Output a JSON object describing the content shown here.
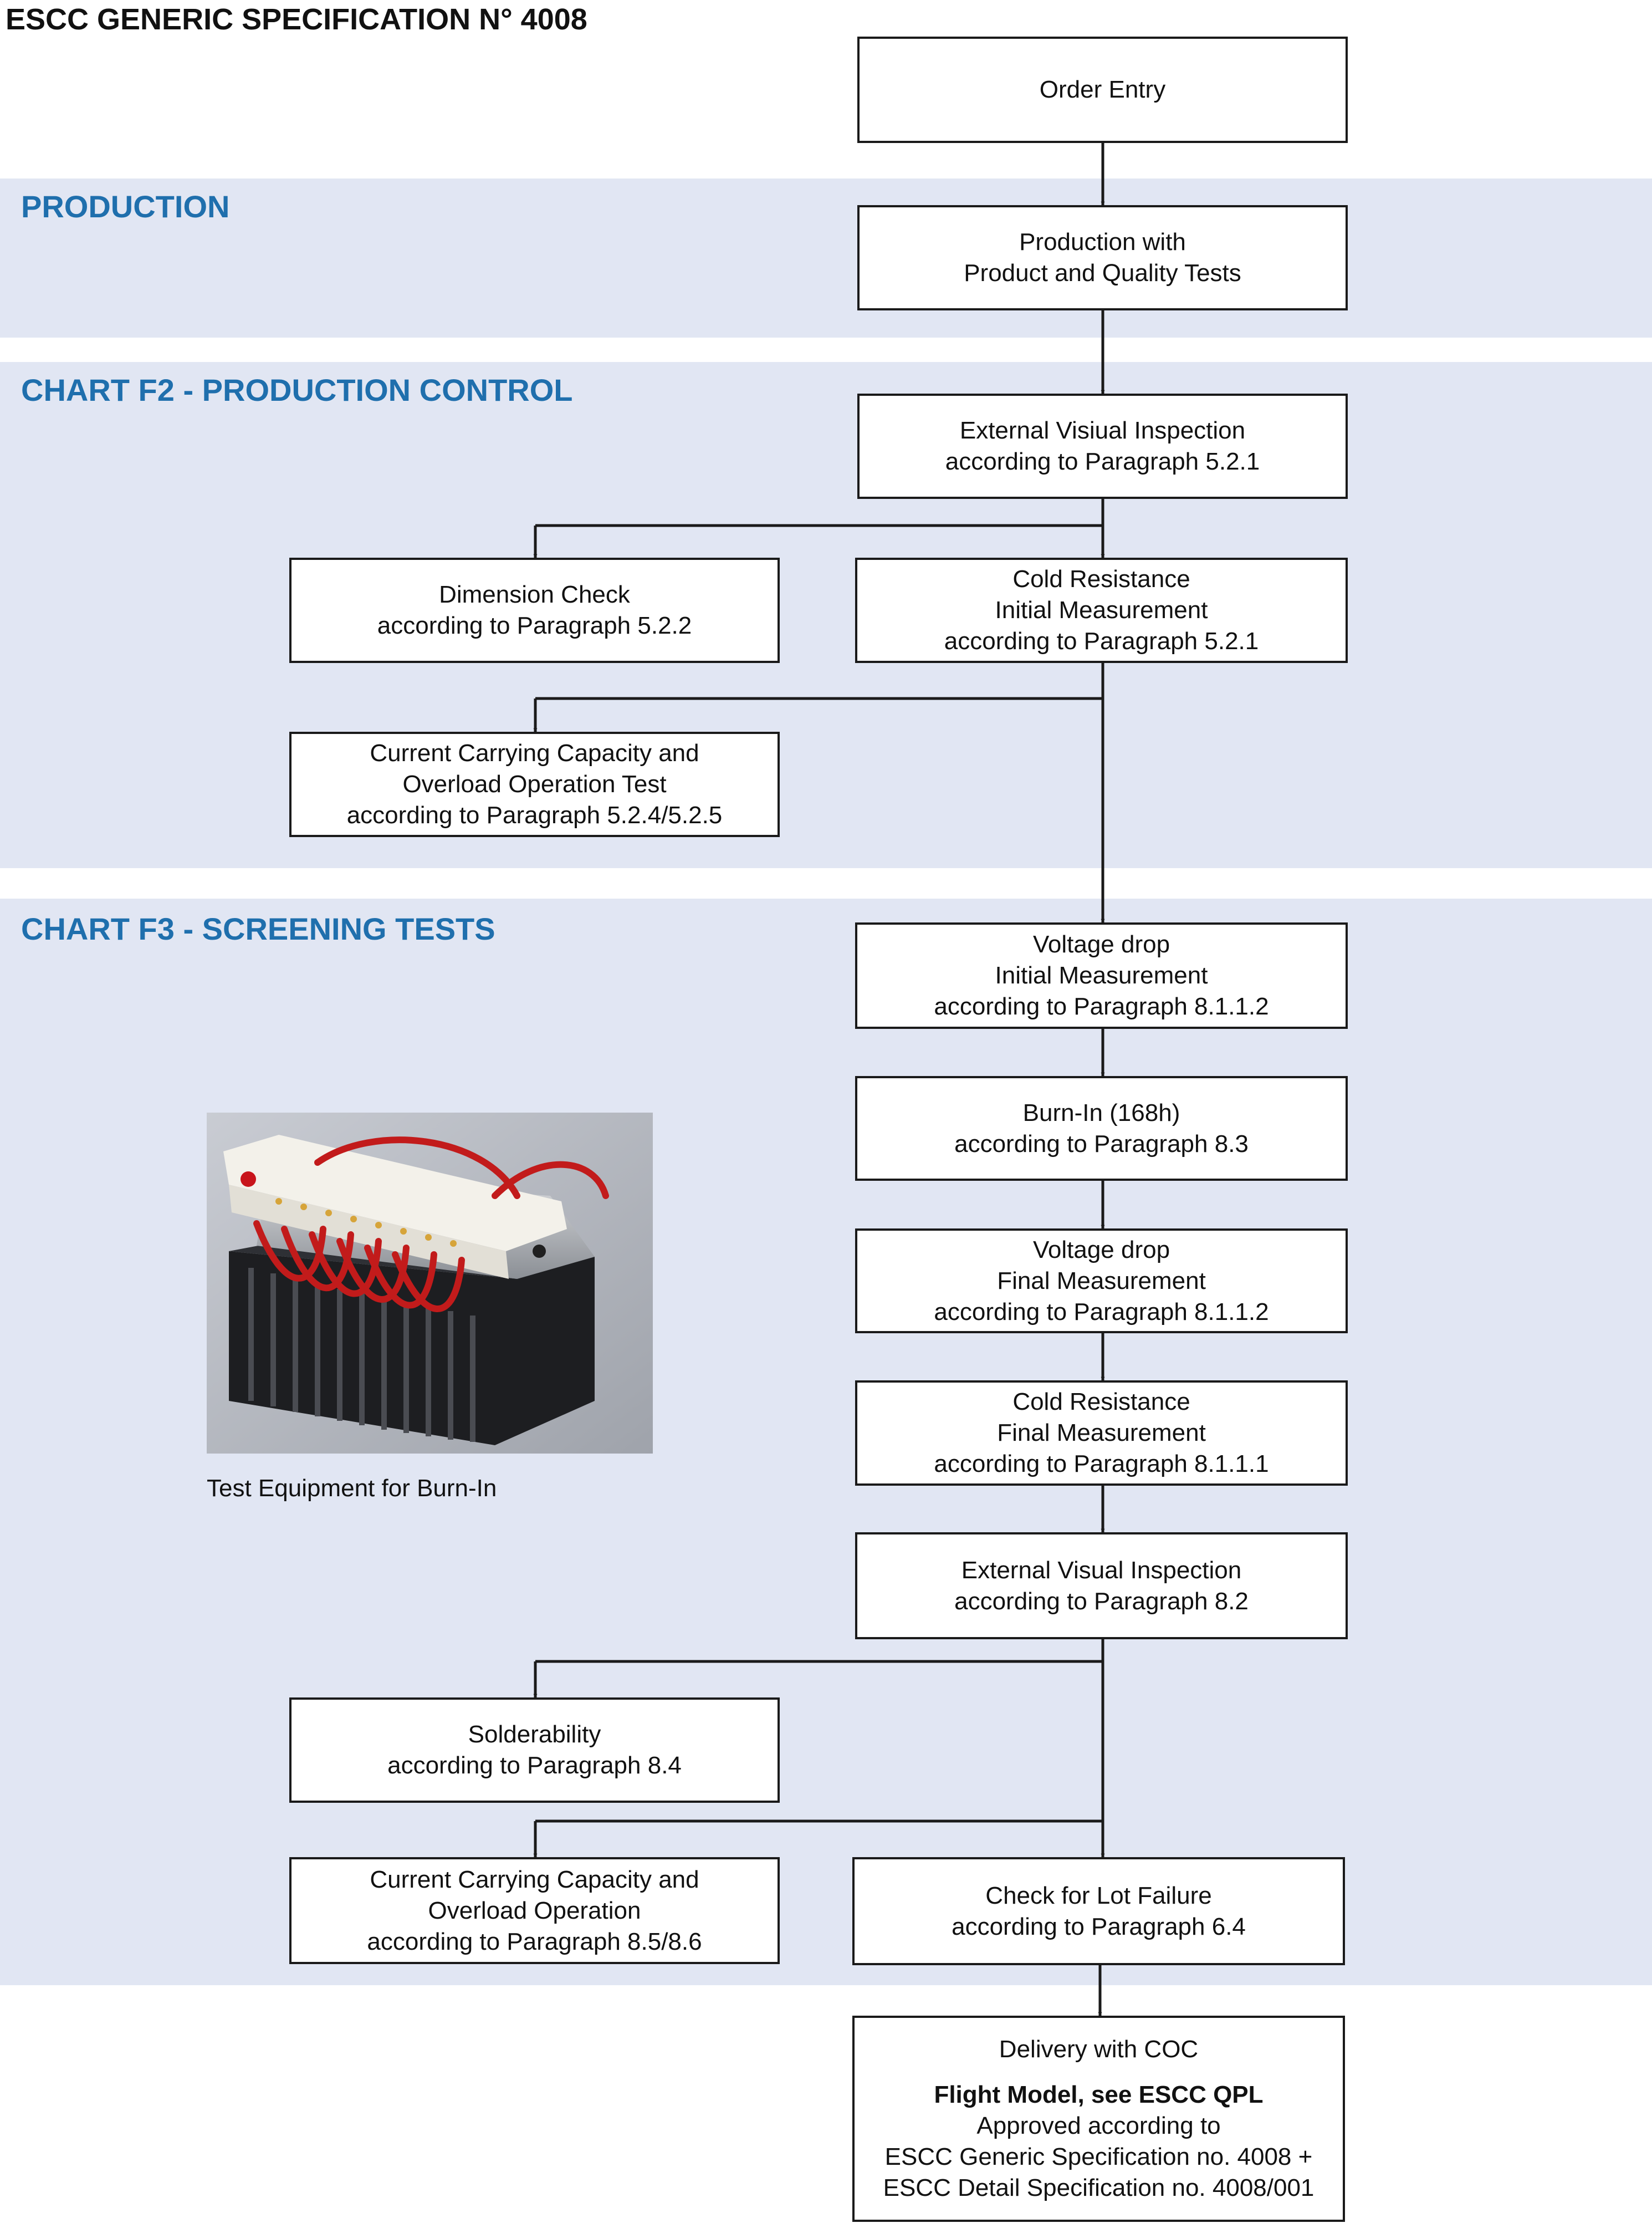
{
  "document": {
    "title": "ESCC GENERIC SPECIFICATION N° 4008"
  },
  "sections": {
    "production": "PRODUCTION",
    "chart_f2": "CHART F2 - PRODUCTION CONTROL",
    "chart_f3": "CHART F3 - SCREENING TESTS"
  },
  "steps": {
    "order_entry": [
      "Order Entry"
    ],
    "production": [
      "Production with",
      "Product and Quality Tests"
    ],
    "external_visual_f2": [
      "External Visiual Inspection",
      "according to Paragraph 5.2.1"
    ],
    "dimension_check": [
      "Dimension Check",
      "according to Paragraph 5.2.2"
    ],
    "cold_resistance_initial": [
      "Cold Resistance",
      "Initial Measurement",
      "according to Paragraph 5.2.1"
    ],
    "current_capacity_f2": [
      "Current Carrying Capacity and",
      "Overload Operation Test",
      "according to Paragraph 5.2.4/5.2.5"
    ],
    "voltage_drop_initial": [
      "Voltage drop",
      "Initial Measurement",
      "according to Paragraph 8.1.1.2"
    ],
    "burn_in": [
      "Burn-In (168h)",
      "according to Paragraph 8.3"
    ],
    "voltage_drop_final": [
      "Voltage drop",
      "Final Measurement",
      "according to Paragraph 8.1.1.2"
    ],
    "cold_resistance_final": [
      "Cold Resistance",
      "Final Measurement",
      "according to Paragraph 8.1.1.1"
    ],
    "external_visual_f3": [
      "External Visual Inspection",
      "according to Paragraph 8.2"
    ],
    "solderability": [
      "Solderability",
      "according to Paragraph 8.4"
    ],
    "current_capacity_f3": [
      "Current Carrying Capacity and",
      "Overload Operation",
      "according to Paragraph 8.5/8.6"
    ],
    "lot_failure": [
      "Check for Lot Failure",
      "according to Paragraph 6.4"
    ],
    "delivery": {
      "line1": "Delivery with COC",
      "line2": "Flight Model, see ESCC QPL",
      "line3": "Approved according to",
      "line4": "ESCC Generic Specification no. 4008 +",
      "line5": "ESCC Detail Specification no. 4008/001"
    }
  },
  "photo": {
    "caption": "Test Equipment for Burn-In"
  },
  "colors": {
    "band": "#e1e6f3",
    "heading": "#1f6fad",
    "line": "#1a1a1a"
  }
}
